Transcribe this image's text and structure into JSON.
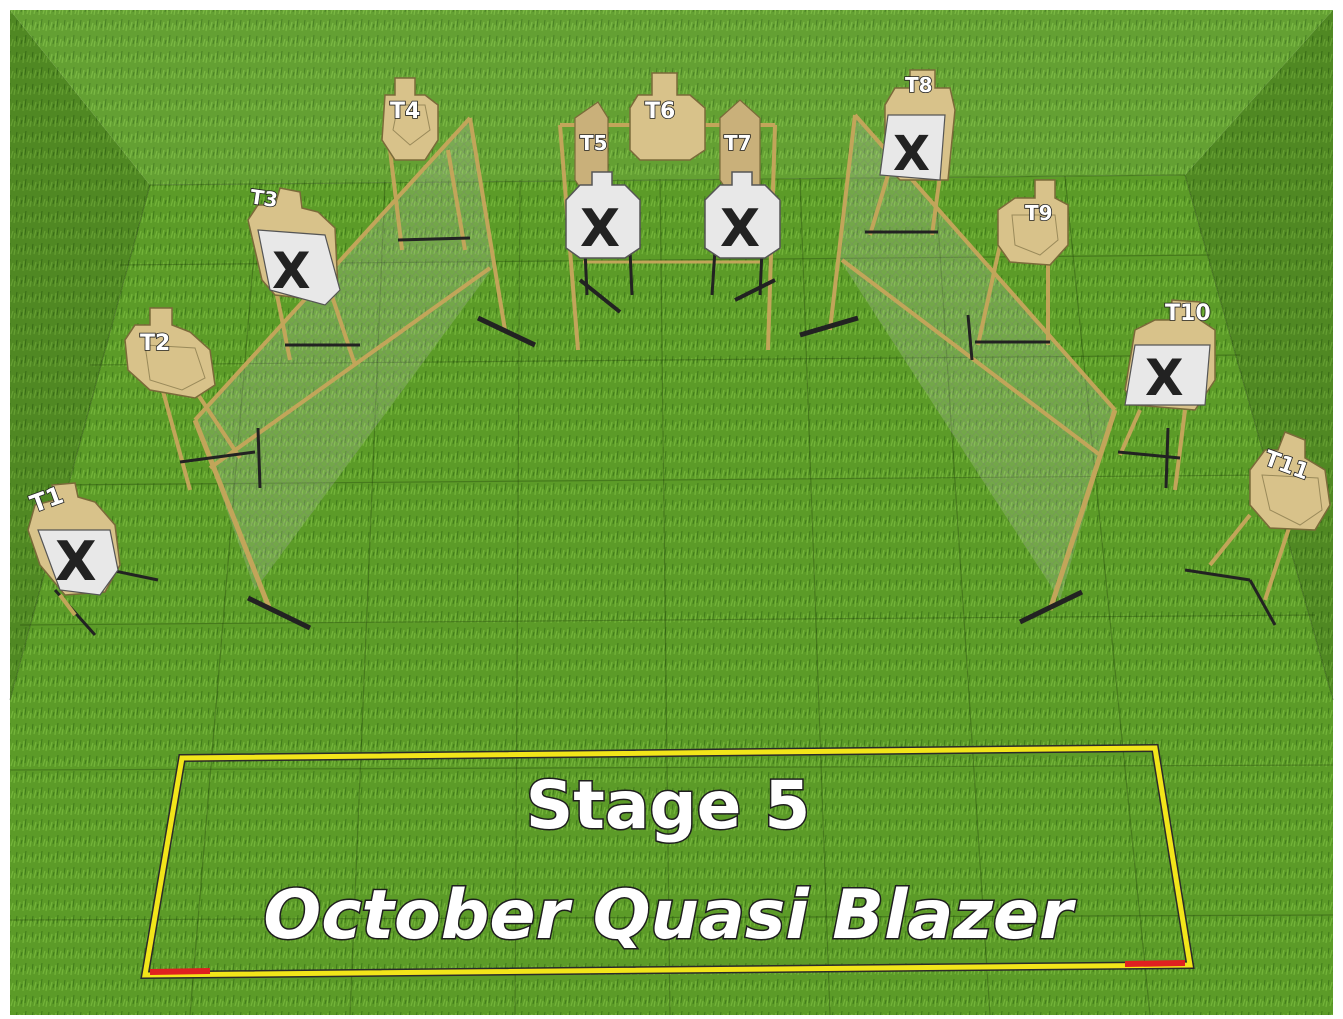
{
  "stage": {
    "line1": "Stage 5",
    "line2": "October Quasi Blazer"
  },
  "targets": [
    {
      "id": "T1",
      "label": "T1",
      "kind": "no-shoot"
    },
    {
      "id": "T2",
      "label": "T2",
      "kind": "shoot"
    },
    {
      "id": "T3",
      "label": "T3",
      "kind": "no-shoot"
    },
    {
      "id": "T4",
      "label": "T4",
      "kind": "shoot"
    },
    {
      "id": "T5",
      "label": "T5",
      "kind": "shoot"
    },
    {
      "id": "T6",
      "label": "T6",
      "kind": "shoot"
    },
    {
      "id": "T7",
      "label": "T7",
      "kind": "shoot"
    },
    {
      "id": "T8",
      "label": "T8",
      "kind": "no-shoot"
    },
    {
      "id": "T9",
      "label": "T9",
      "kind": "shoot"
    },
    {
      "id": "T10",
      "label": "T10",
      "kind": "no-shoot"
    },
    {
      "id": "T11",
      "label": "T11",
      "kind": "shoot"
    }
  ],
  "center_no_shoots": {
    "mark": "X"
  },
  "no_shoot_mark": "X",
  "colors": {
    "grass": "#5f9e2a",
    "grass_dark": "#4a8520",
    "target_tan": "#d8c28a",
    "no_shoot_white": "#e8e8e8",
    "shooting_box": "#f2e51a",
    "fault_line_red": "#e02020",
    "wall_frame": "#c2a55a"
  }
}
